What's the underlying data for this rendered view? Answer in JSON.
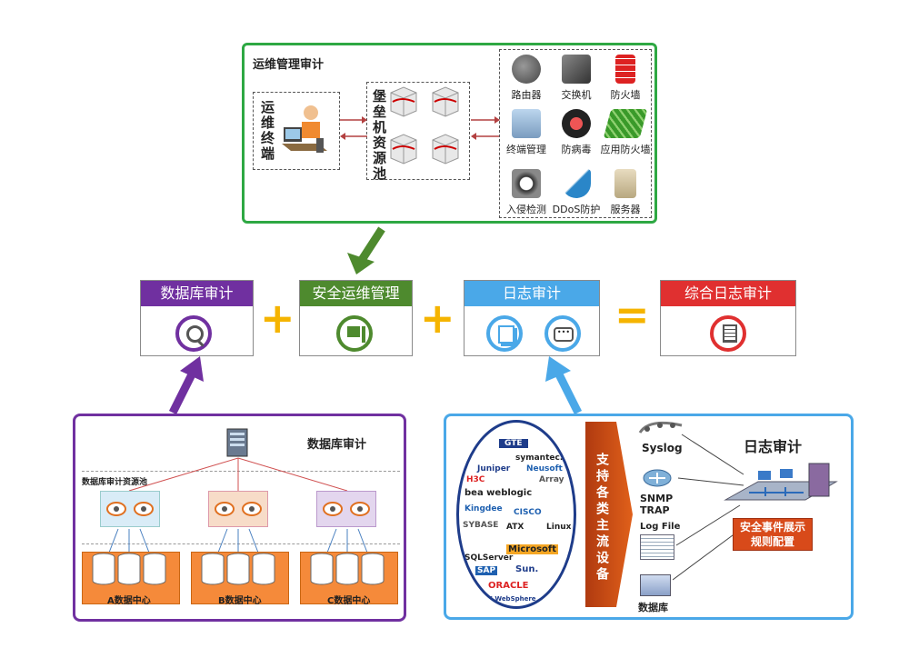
{
  "ops_audit": {
    "title": "运维管理审计",
    "terminal_label": "运维终端",
    "bastion_label": "堡垒机资源池",
    "devices": [
      {
        "label": "路由器",
        "icon": "router-icon"
      },
      {
        "label": "交换机",
        "icon": "switch-icon"
      },
      {
        "label": "防火墙",
        "icon": "firewall-icon"
      },
      {
        "label": "终端管理",
        "icon": "terminal-mgmt-icon"
      },
      {
        "label": "防病毒",
        "icon": "antivirus-icon"
      },
      {
        "label": "应用防火墙",
        "icon": "app-firewall-icon"
      },
      {
        "label": "入侵检测",
        "icon": "ids-icon"
      },
      {
        "label": "DDoS防护",
        "icon": "ddos-icon"
      },
      {
        "label": "服务器",
        "icon": "server-icon"
      }
    ]
  },
  "modules": {
    "db_audit": {
      "label": "数据库审计",
      "color": "#7030a0"
    },
    "secure_ops": {
      "label": "安全运维管理",
      "color": "#4e8a2e"
    },
    "log_audit": {
      "label": "日志审计",
      "color": "#4aa8e8"
    },
    "combined": {
      "label": "综合日志审计",
      "color": "#e03030"
    }
  },
  "operators": {
    "plus": "+",
    "equals": "="
  },
  "db_panel": {
    "title": "数据库审计",
    "pool_label": "数据库审计资源池",
    "centers": [
      "A数据中心",
      "B数据中心",
      "C数据中心"
    ]
  },
  "log_panel": {
    "brands": [
      "GTE",
      "symantec.",
      "Juniper",
      "Neusoft",
      "H3C",
      "Array",
      "bea weblogic",
      "Kingdee",
      "CISCO",
      "SYBASE",
      "ATX",
      "Linux",
      "SQLServer",
      "Microsoft",
      "SAP",
      "Sun.",
      "ORACLE",
      "IBM WebSphere"
    ],
    "arrow_text": "支持各类主流设备",
    "sources": [
      "Syslog",
      "SNMP TRAP",
      "Log File",
      "数据库"
    ],
    "title": "日志审计",
    "config_label": "安全事件展示规则配置"
  }
}
